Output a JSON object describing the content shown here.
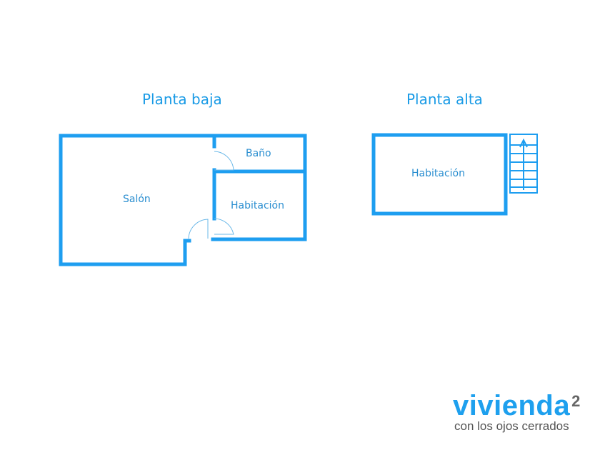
{
  "floors": [
    {
      "title": "Planta baja",
      "rooms": [
        "Salón",
        "Baño",
        "Habitación"
      ]
    },
    {
      "title": "Planta alta",
      "rooms": [
        "Habitación"
      ]
    }
  ],
  "logo": {
    "brand": "vivienda",
    "superscript": "2",
    "tagline": "con los ojos cerrados"
  },
  "colors": {
    "wall": "#1e9ef0",
    "text": "#2a8ed0"
  }
}
